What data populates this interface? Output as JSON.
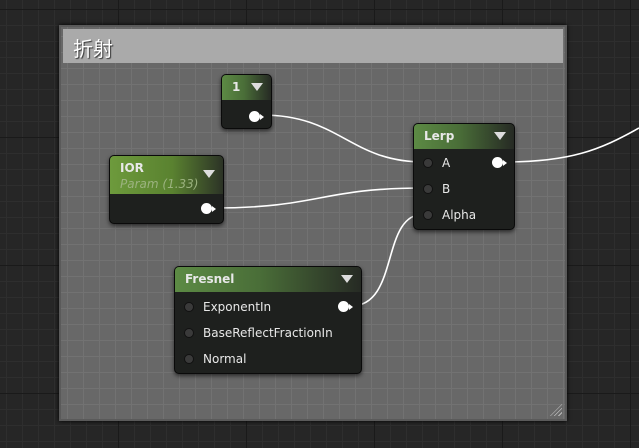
{
  "comment": {
    "title": "折射"
  },
  "nodes": {
    "constant": {
      "title": "1"
    },
    "ior": {
      "title": "IOR",
      "subtitle": "Param (1.33)"
    },
    "lerp": {
      "title": "Lerp",
      "inputs": [
        "A",
        "B",
        "Alpha"
      ]
    },
    "fresnel": {
      "title": "Fresnel",
      "inputs": [
        "ExponentIn",
        "BaseReflectFractionIn",
        "Normal"
      ]
    }
  },
  "colors": {
    "header_green": "#5c8a44",
    "comment_title": "#aaaaaa",
    "wire": "#ffffff"
  }
}
